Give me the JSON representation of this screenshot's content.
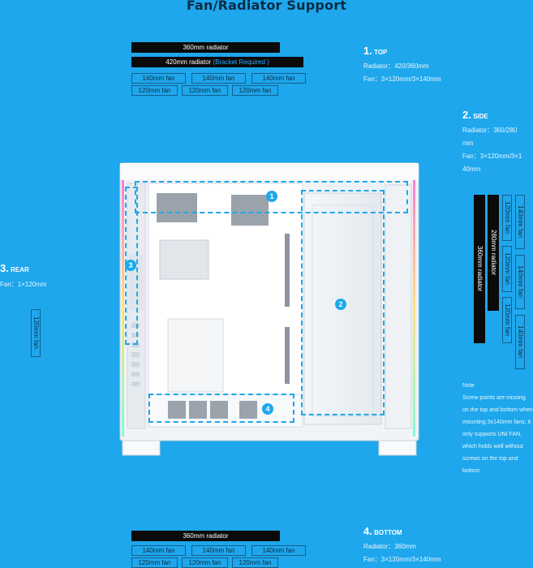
{
  "title": "Fan/Radiator Support",
  "top_panel": {
    "radiator_360": "360mm radiator",
    "radiator_420": "420mm radiator",
    "bracket_note": "(Bracket Required )",
    "fans_140": [
      "140mm fan",
      "140mm fan",
      "140mm fan"
    ],
    "fans_120": [
      "120mm fan",
      "120mm fan",
      "120mm fan"
    ]
  },
  "sections": {
    "top": {
      "num": "1.",
      "label": "TOP",
      "radiator": "Radiator：420/360mm",
      "fan": "Fan：3×120mm/3×140mm"
    },
    "side": {
      "num": "2.",
      "label": "SIDE",
      "radiator_a": "Radiator：360/280",
      "radiator_b": "mm",
      "fan_a": "Fan：3×120mm/3×1",
      "fan_b": "40mm"
    },
    "rear": {
      "num": "3.",
      "label": "REAR",
      "fan": "Fan：1×120mm"
    },
    "bottom": {
      "num": "4.",
      "label": "BOTTOM",
      "radiator": "Radiator：360mm",
      "fan": "Fan：3×120mm/3×140mm"
    }
  },
  "rear_panel": {
    "fan": "120mm fan"
  },
  "side_panel": {
    "radiator_360": "360mm radiator",
    "radiator_280": "280mm radiator",
    "fans_120": [
      "120mm fan",
      "120mm fan",
      "120mm fan"
    ],
    "fans_140": [
      "140mm fan",
      "140mm fan",
      "140mm fan"
    ]
  },
  "bottom_panel": {
    "radiator_360": "360mm radiator",
    "fans_140": [
      "140mm fan",
      "140mm fan",
      "140mm fan"
    ],
    "fans_120": [
      "120mm fan",
      "120mm fan",
      "120mm fan"
    ]
  },
  "note": {
    "heading": "Note",
    "body": "Screw points are missing on the top and bottom when mounting 3x140mm fans; it only supports UNI FAN, which holds well without screws on the top and bottom."
  },
  "badges": [
    "1",
    "2",
    "3",
    "4"
  ],
  "colors": {
    "background": "#1ea7ec",
    "bar": "#0a0a0a",
    "title": "#0b2c45",
    "accent": "#2aa8ff"
  }
}
